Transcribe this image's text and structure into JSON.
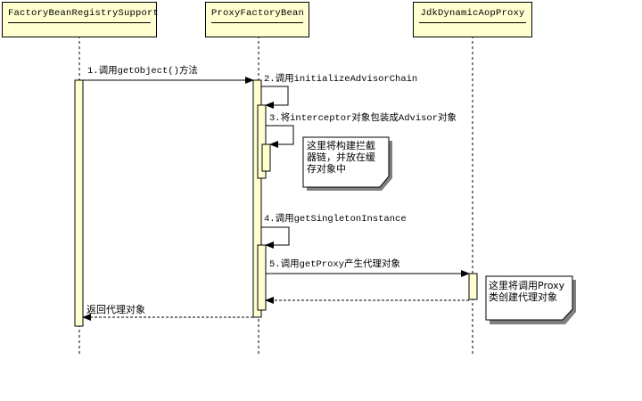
{
  "diagram": {
    "type": "uml-sequence",
    "lifelines": [
      {
        "id": "frs",
        "name": "FactoryBeanRegistrySupport"
      },
      {
        "id": "pfb",
        "name": "ProxyFactoryBean"
      },
      {
        "id": "jdk",
        "name": "JdkDynamicAopProxy"
      }
    ],
    "messages": [
      {
        "id": "m1",
        "from": "frs",
        "to": "pfb",
        "kind": "call",
        "label": "1.调用getObject()方法"
      },
      {
        "id": "m2",
        "from": "pfb",
        "to": "pfb",
        "kind": "self-call",
        "label": "2.调用initializeAdvisorChain"
      },
      {
        "id": "m3",
        "from": "pfb",
        "to": "pfb",
        "kind": "self-call",
        "label": "3.将interceptor对象包装成Advisor对象"
      },
      {
        "id": "m4",
        "from": "pfb",
        "to": "pfb",
        "kind": "self-call",
        "label": "4.调用getSingletonInstance"
      },
      {
        "id": "m5",
        "from": "pfb",
        "to": "jdk",
        "kind": "call",
        "label": "5.调用getProxy产生代理对象"
      },
      {
        "id": "m6",
        "from": "jdk",
        "to": "pfb",
        "kind": "return",
        "label": ""
      },
      {
        "id": "m7",
        "from": "pfb",
        "to": "frs",
        "kind": "return",
        "label": "返回代理对象"
      }
    ],
    "notes": [
      {
        "id": "n1",
        "lines": [
          "这里将构建拦截",
          "器链，并放在缓",
          "存对象中"
        ]
      },
      {
        "id": "n2",
        "lines": [
          "这里将调用Proxy",
          "类创建代理对象"
        ]
      }
    ],
    "colors": {
      "lifeline_fill": "#ffffd0",
      "activation_fill": "#ffffd0",
      "line": "#000000",
      "note_shadow": "#808080"
    }
  }
}
